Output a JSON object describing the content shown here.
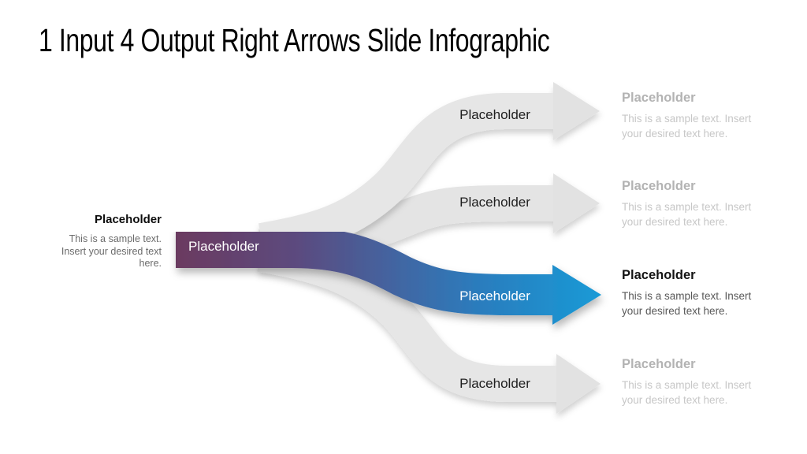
{
  "slide": {
    "title": "1 Input 4 Output Right Arrows Slide Infographic"
  },
  "input": {
    "arrow_label": "Placeholder",
    "heading": "Placeholder",
    "body": "This is a sample text. Insert your desired text here."
  },
  "outputs": [
    {
      "arrow_label": "Placeholder",
      "heading": "Placeholder",
      "body": "This is a sample text. Insert your desired text here.",
      "state": "inactive"
    },
    {
      "arrow_label": "Placeholder",
      "heading": "Placeholder",
      "body": "This is a sample text. Insert your desired text here.",
      "state": "inactive"
    },
    {
      "arrow_label": "Placeholder",
      "heading": "Placeholder",
      "body": "This is a sample text. Insert your desired text here.",
      "state": "active"
    },
    {
      "arrow_label": "Placeholder",
      "heading": "Placeholder",
      "body": "This is a sample text. Insert your desired text here.",
      "state": "inactive"
    }
  ],
  "colors": {
    "background": "#ffffff",
    "input_gradient_start": "#6b3a60",
    "input_gradient_mid": "#44639f",
    "input_gradient_end": "#199ad6",
    "inactive_arrow": "#e4e4e4",
    "active_heading": "#141414",
    "inactive_heading": "#b3b3b3",
    "inactive_body": "#c7c7c7",
    "body_text": "#595959"
  }
}
